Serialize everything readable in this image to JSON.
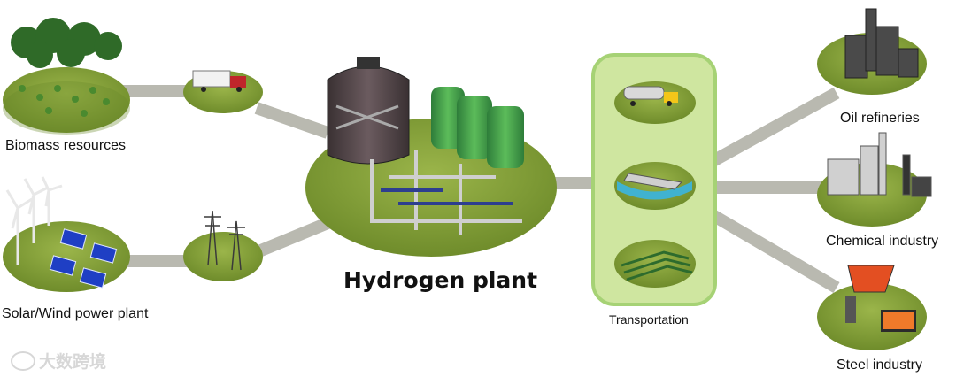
{
  "labels": {
    "biomass": "Biomass resources",
    "solar_wind": "Solar/Wind power plant",
    "hydrogen_plant": "Hydrogen plant",
    "transportation": "Transportation",
    "oil_refineries": "Oil refineries",
    "chemical_industry": "Chemical industry",
    "steel_industry": "Steel industry"
  },
  "watermark": "大数跨境",
  "colors": {
    "ground": "#8aa43c",
    "ground_dark": "#6e8a2a",
    "road": "#b9b9b0",
    "transport_panel": "#cfe6a0",
    "transport_border": "#a6d275"
  }
}
